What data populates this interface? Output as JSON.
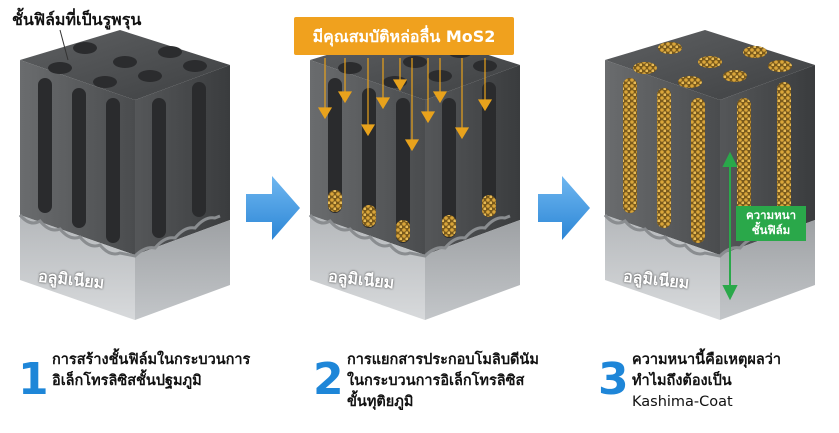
{
  "top_label": "ชั้นฟิล์มที่เป็นรูพรุน",
  "banner": "มีคุณสมบัติหล่อลื่น MoS2",
  "aluminium_label": "อลูมิเนียม",
  "thickness_label": {
    "line1": "ความหนา",
    "line2": "ชั้นฟิล์ม"
  },
  "steps": [
    {
      "number": "1",
      "line1": "การสร้างชั้นฟิล์มในกระบวนการ",
      "line2": "อิเล็กโทรลิซิสชั้นปฐมภูมิ",
      "line3": ""
    },
    {
      "number": "2",
      "line1": "การแยกสารประกอบโมลิบดีนัม",
      "line2": "ในกระบวนการอิเล็กโทรลิซิส",
      "line3": "ขั้นทุติยภูมิ"
    },
    {
      "number": "3",
      "line1": "ความหนานี้คือเหตุผลว่า",
      "line2": "ทำไมถึงต้องเป็น",
      "line3": "Kashima-Coat"
    }
  ],
  "colors": {
    "arrow": "#3f9ae6",
    "banner": "#f0a11e",
    "step_number": "#1e86d8",
    "thickness_bar": "#2aa84a",
    "mos2": "#c9962c"
  }
}
